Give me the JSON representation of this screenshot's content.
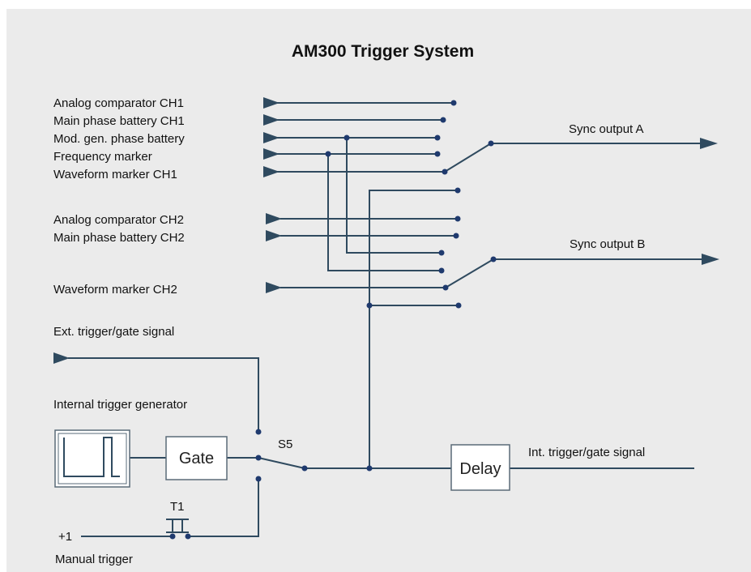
{
  "title": "AM300 Trigger System",
  "inputs": {
    "analog_comp_ch1": "Analog comparator CH1",
    "main_phase_ch1": "Main phase battery CH1",
    "mod_gen_phase": "Mod. gen. phase battery",
    "freq_marker": "Frequency marker",
    "waveform_ch1": "Waveform marker CH1",
    "analog_comp_ch2": "Analog comparator CH2",
    "main_phase_ch2": "Main phase battery CH2",
    "waveform_ch2": "Waveform marker CH2",
    "ext_trigger": "Ext. trigger/gate signal",
    "internal_gen": "Internal trigger generator",
    "plus_one": "+1",
    "manual_trigger": "Manual trigger"
  },
  "outputs": {
    "sync_a": "Sync output A",
    "sync_b": "Sync output B",
    "int_trigger": "Int. trigger/gate signal"
  },
  "blocks": {
    "gate": "Gate",
    "delay": "Delay"
  },
  "switches": {
    "s5": "S5",
    "t1": "T1"
  },
  "colors": {
    "line": "#2f4a5f",
    "dot": "#1f3a6e",
    "panel": "#ebebeb"
  }
}
